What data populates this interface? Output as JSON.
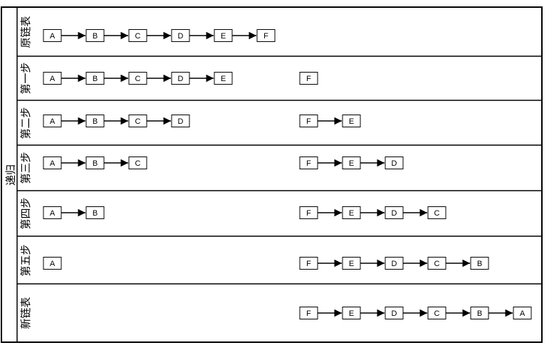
{
  "group_label": "递归",
  "rows": [
    {
      "label": "原链表",
      "left": [
        "A",
        "B",
        "C",
        "D",
        "E",
        "F"
      ],
      "right": []
    },
    {
      "label": "第一步",
      "left": [
        "A",
        "B",
        "C",
        "D",
        "E"
      ],
      "right": [
        "F"
      ]
    },
    {
      "label": "第二步",
      "left": [
        "A",
        "B",
        "C",
        "D"
      ],
      "right": [
        "F",
        "E"
      ]
    },
    {
      "label": "第三步",
      "left": [
        "A",
        "B",
        "C"
      ],
      "right": [
        "F",
        "E",
        "D"
      ]
    },
    {
      "label": "第四步",
      "left": [
        "A",
        "B"
      ],
      "right": [
        "F",
        "E",
        "D",
        "C"
      ]
    },
    {
      "label": "第五步",
      "left": [
        "A"
      ],
      "right": [
        "F",
        "E",
        "D",
        "C",
        "B"
      ]
    },
    {
      "label": "新链表",
      "left": [],
      "right": [
        "F",
        "E",
        "D",
        "C",
        "B",
        "A"
      ]
    }
  ],
  "colors": {
    "line": "#000000",
    "box_fill": "#ffffff",
    "text": "#000000"
  }
}
